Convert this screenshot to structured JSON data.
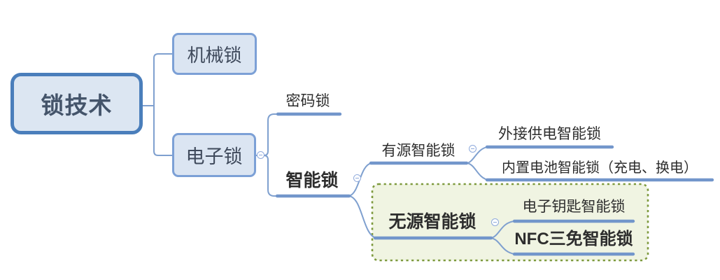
{
  "diagram": {
    "type": "mind-map",
    "root": {
      "label": "锁技术"
    },
    "branches": {
      "mechanical": {
        "label": "机械锁"
      },
      "electronic": {
        "label": "电子锁"
      },
      "password": {
        "label": "密码锁"
      },
      "smart": {
        "label": "智能锁"
      },
      "active_smart": {
        "label": "有源智能锁"
      },
      "external_power": {
        "label": "外接供电智能锁"
      },
      "builtin_battery": {
        "label": "内置电池智能锁（充电、换电）"
      },
      "passive_smart": {
        "label": "无源智能锁"
      },
      "electronic_key": {
        "label": "电子钥匙智能锁"
      },
      "nfc_three_free": {
        "label": "NFC三免智能锁"
      }
    },
    "colors": {
      "root_border": "#4a7ebb",
      "root_fill": "#dce6f2",
      "node_border": "#7ca0d6",
      "node_fill": "#dbe5f2",
      "branch_line": "#7fa0cf",
      "underline": "#7296cb",
      "boundary_fill": "#f0f4e2",
      "boundary_border": "#7e9a3e",
      "node_text": "#44546a",
      "label_text": "#2d2d2d"
    }
  }
}
